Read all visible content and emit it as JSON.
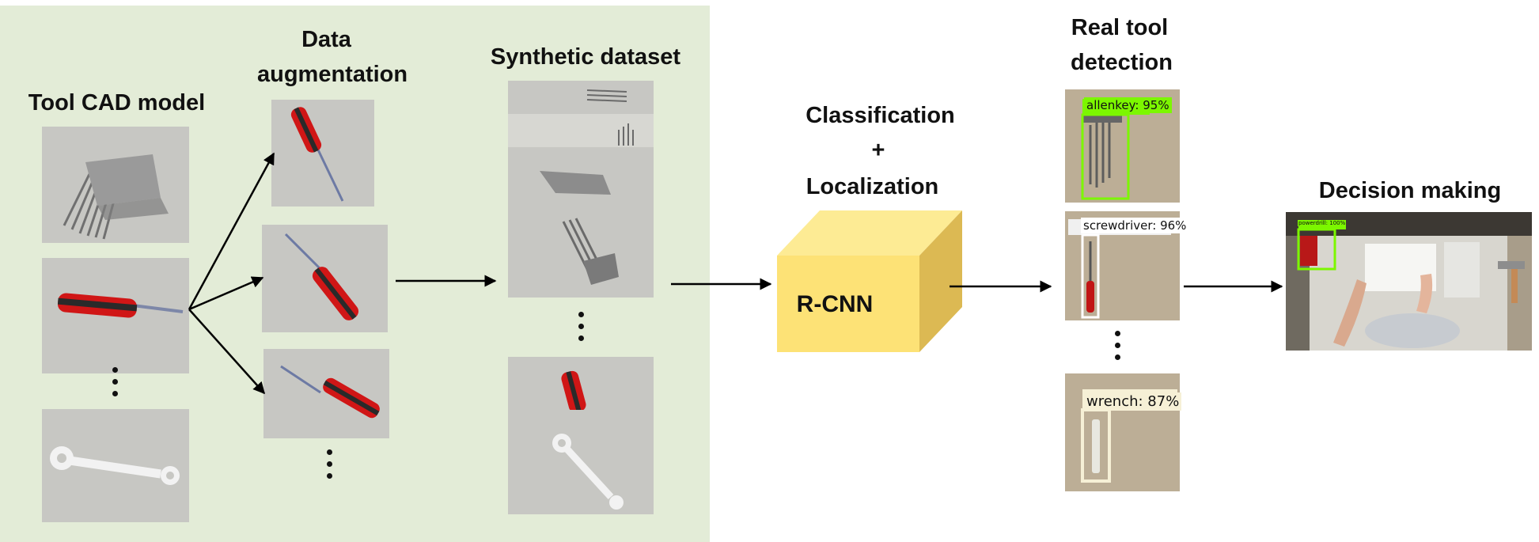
{
  "stages": {
    "cad_model": "Tool CAD model",
    "augmentation_line1": "Data",
    "augmentation_line2": "augmentation",
    "synthetic": "Synthetic dataset",
    "classification": "Classification",
    "plus": "+",
    "localization": "Localization",
    "real_line1": "Real tool",
    "real_line2": "detection",
    "decision": "Decision making"
  },
  "model": {
    "name": "R-CNN"
  },
  "detections": [
    {
      "label": "allenkey: 95%",
      "color": "#7cf700"
    },
    {
      "label": "screwdriver: 96%",
      "color": "#ffffff"
    },
    {
      "label": "wrench: 87%",
      "color": "#f6f0d6"
    }
  ],
  "decision_detection": {
    "label": "powerdrill: 100%",
    "color": "#7cf700"
  },
  "colors": {
    "panel": "#e3ecd7",
    "cube_front": "#fde276",
    "cube_top": "#fdeb94",
    "cube_side": "#dcb953"
  }
}
